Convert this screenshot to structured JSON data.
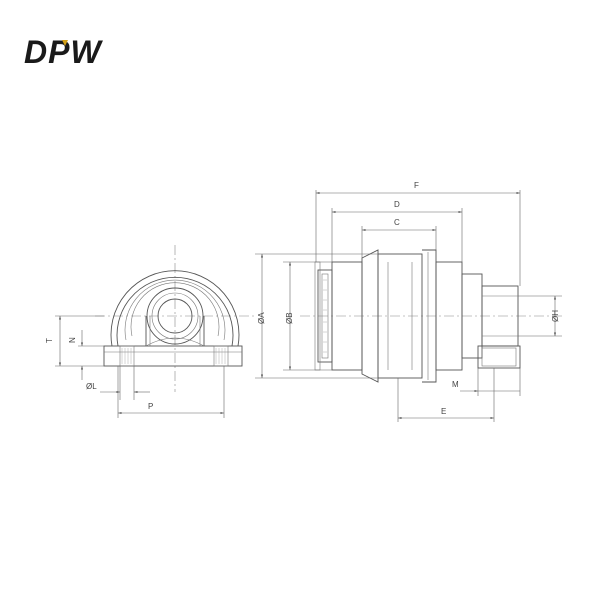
{
  "logo": {
    "text": "DPW",
    "color": "#1a1a1a",
    "accent": "#d4a017"
  },
  "labels": {
    "T": "T",
    "N": "N",
    "L": "ØL",
    "P": "P",
    "A": "ØA",
    "B": "ØB",
    "F": "F",
    "D": "D",
    "C": "C",
    "H": "ØH",
    "M": "M",
    "E": "E"
  }
}
